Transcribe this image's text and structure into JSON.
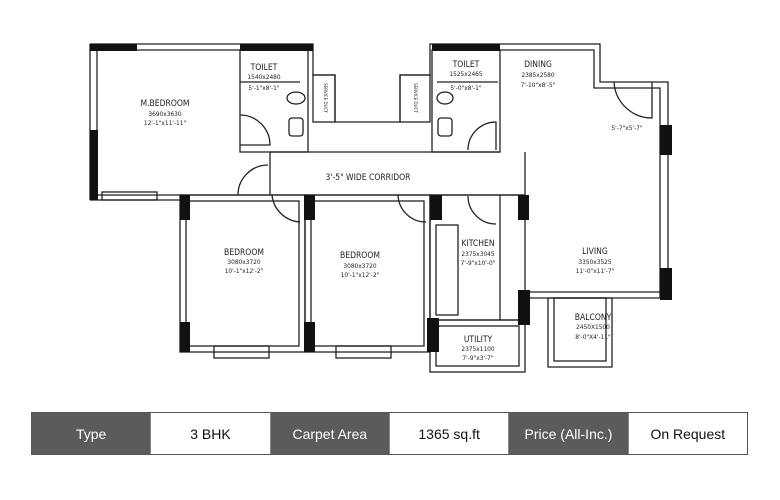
{
  "floor_plan": {
    "rooms": {
      "master_bedroom": {
        "name": "M.BEDROOM",
        "mm": "3690x3630",
        "ft": "12'-1\"x11'-11\""
      },
      "toilet_1": {
        "name": "TOILET",
        "mm": "1540x2480",
        "ft": "5'-1\"x8'-1\""
      },
      "toilet_2": {
        "name": "TOILET",
        "mm": "1525x2465",
        "ft": "5'-0\"x8'-1\""
      },
      "dining": {
        "name": "DINING",
        "mm": "2385x2580",
        "ft": "7'-10\"x8'-5\""
      },
      "foyer": {
        "ft": "5'-7\"x5'-7\""
      },
      "corridor": {
        "name": "3'-5\" WIDE CORRIDOR"
      },
      "bedroom_1": {
        "name": "BEDROOM",
        "mm": "3080x3720",
        "ft": "10'-1\"x12'-2\""
      },
      "bedroom_2": {
        "name": "BEDROOM",
        "mm": "3080x3720",
        "ft": "10'-1\"x12'-2\""
      },
      "kitchen": {
        "name": "KITCHEN",
        "mm": "2375x3045",
        "ft": "7'-9\"x10'-0\""
      },
      "utility": {
        "name": "UTILITY",
        "mm": "2375x1100",
        "ft": "7'-9\"x3'-7\""
      },
      "living": {
        "name": "LIVING",
        "mm": "3350x3525",
        "ft": "11'-0\"x11'-7\""
      },
      "balcony": {
        "name": "BALCONY",
        "mm": "2450X1500",
        "ft": "8'-0\"X4'-11\""
      }
    },
    "duct_label": "SERVICE DUCT"
  },
  "specs": {
    "type_label": "Type",
    "type_value": "3 BHK",
    "area_label": "Carpet Area",
    "area_value": "1365 sq.ft",
    "price_label": "Price (All-Inc.)",
    "price_value": "On Request"
  },
  "colors": {
    "label_cell": "#5b5b5b",
    "value_cell": "#ffffff"
  }
}
